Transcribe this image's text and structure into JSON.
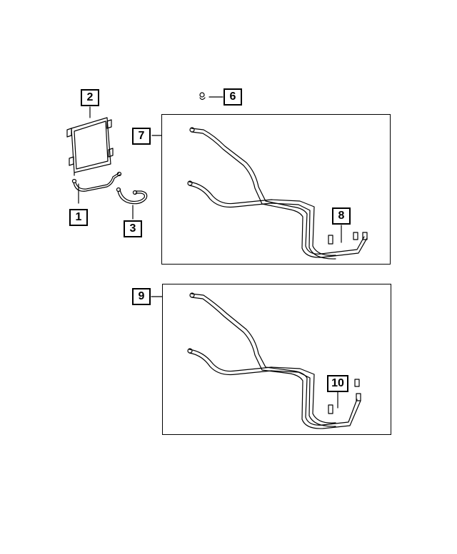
{
  "diagram": {
    "callouts": [
      {
        "id": "c1",
        "label": "1"
      },
      {
        "id": "c2",
        "label": "2"
      },
      {
        "id": "c3",
        "label": "3"
      },
      {
        "id": "c6",
        "label": "6"
      },
      {
        "id": "c7",
        "label": "7"
      },
      {
        "id": "c8",
        "label": "8"
      },
      {
        "id": "c9",
        "label": "9"
      },
      {
        "id": "c10",
        "label": "10"
      }
    ],
    "colors": {
      "line": "#000000",
      "background": "#ffffff"
    }
  }
}
